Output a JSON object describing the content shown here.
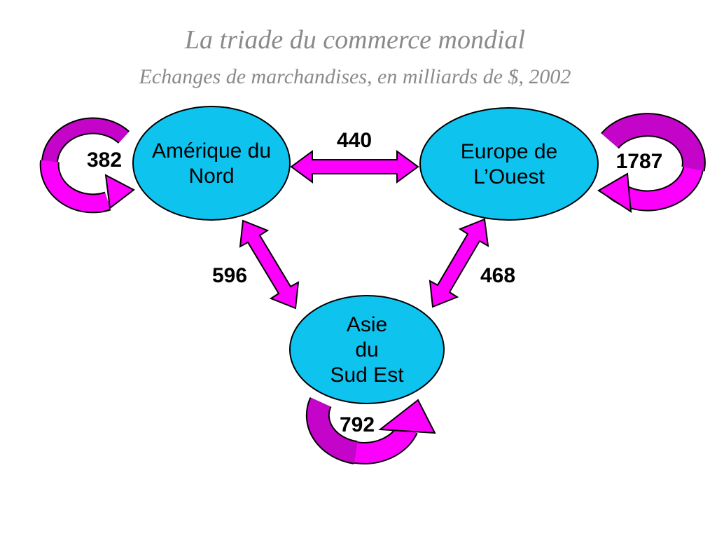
{
  "slide": {
    "title": "La triade du commerce mondial",
    "subtitle": "Echanges de marchandises, en milliards de $, 2002"
  },
  "nodes": {
    "north_america": {
      "label": "Amérique du\nNord"
    },
    "western_europe": {
      "label": "Europe de\nL’Ouest"
    },
    "southeast_asia": {
      "label": "Asie\ndu\nSud Est"
    }
  },
  "flows": {
    "na_eu": {
      "value": "440"
    },
    "na_asia": {
      "value": "596"
    },
    "eu_asia": {
      "value": "468"
    },
    "na_loop": {
      "value": "382"
    },
    "eu_loop": {
      "value": "1787"
    },
    "asia_loop": {
      "value": "792"
    }
  },
  "colors": {
    "node_fill": "#0fc3ef",
    "arrow_bright": "#fb00fb",
    "arrow_dark": "#c404c8",
    "title_color": "#8a8a8a",
    "label_color": "#000000"
  },
  "diagram_data": {
    "type": "flow-diagram",
    "unit": "milliards de $",
    "year": "2002",
    "nodes": [
      "Amérique du Nord",
      "Europe de L’Ouest",
      "Asie du Sud Est"
    ],
    "edges": [
      {
        "from": "Amérique du Nord",
        "to": "Europe de L’Ouest",
        "value": 440,
        "bidirectional": true
      },
      {
        "from": "Amérique du Nord",
        "to": "Asie du Sud Est",
        "value": 596,
        "bidirectional": true
      },
      {
        "from": "Europe de L’Ouest",
        "to": "Asie du Sud Est",
        "value": 468,
        "bidirectional": true
      },
      {
        "from": "Amérique du Nord",
        "to": "Amérique du Nord",
        "value": 382,
        "self_loop": true
      },
      {
        "from": "Europe de L’Ouest",
        "to": "Europe de L’Ouest",
        "value": 1787,
        "self_loop": true
      },
      {
        "from": "Asie du Sud Est",
        "to": "Asie du Sud Est",
        "value": 792,
        "self_loop": true
      }
    ]
  }
}
